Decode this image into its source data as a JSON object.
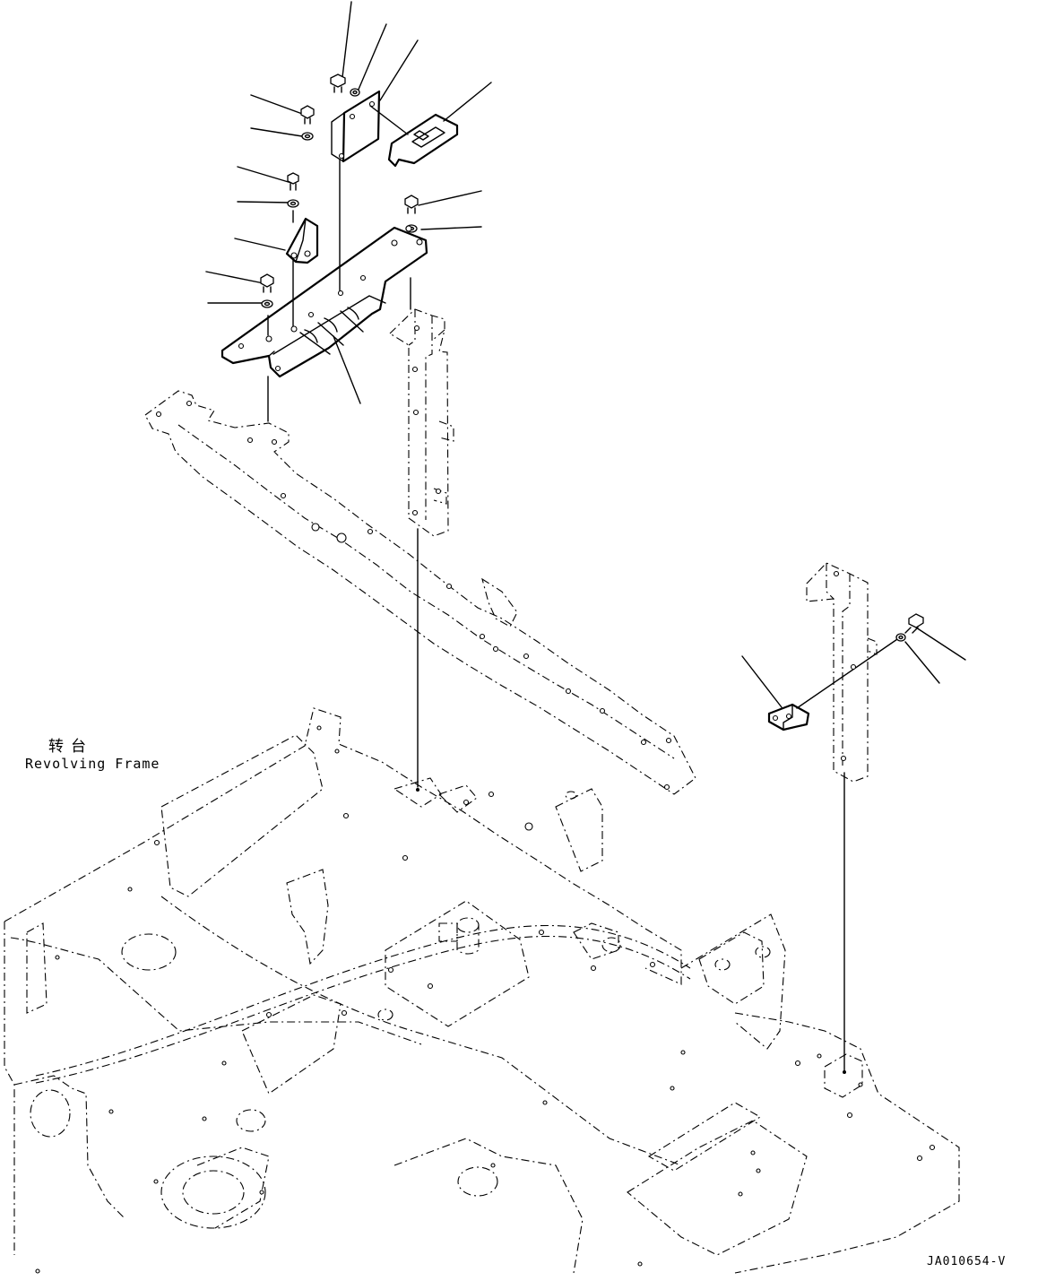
{
  "labels": {
    "frame_cn": "转台",
    "frame_en": "Revolving Frame",
    "drawing_code": "JA010654-V"
  }
}
